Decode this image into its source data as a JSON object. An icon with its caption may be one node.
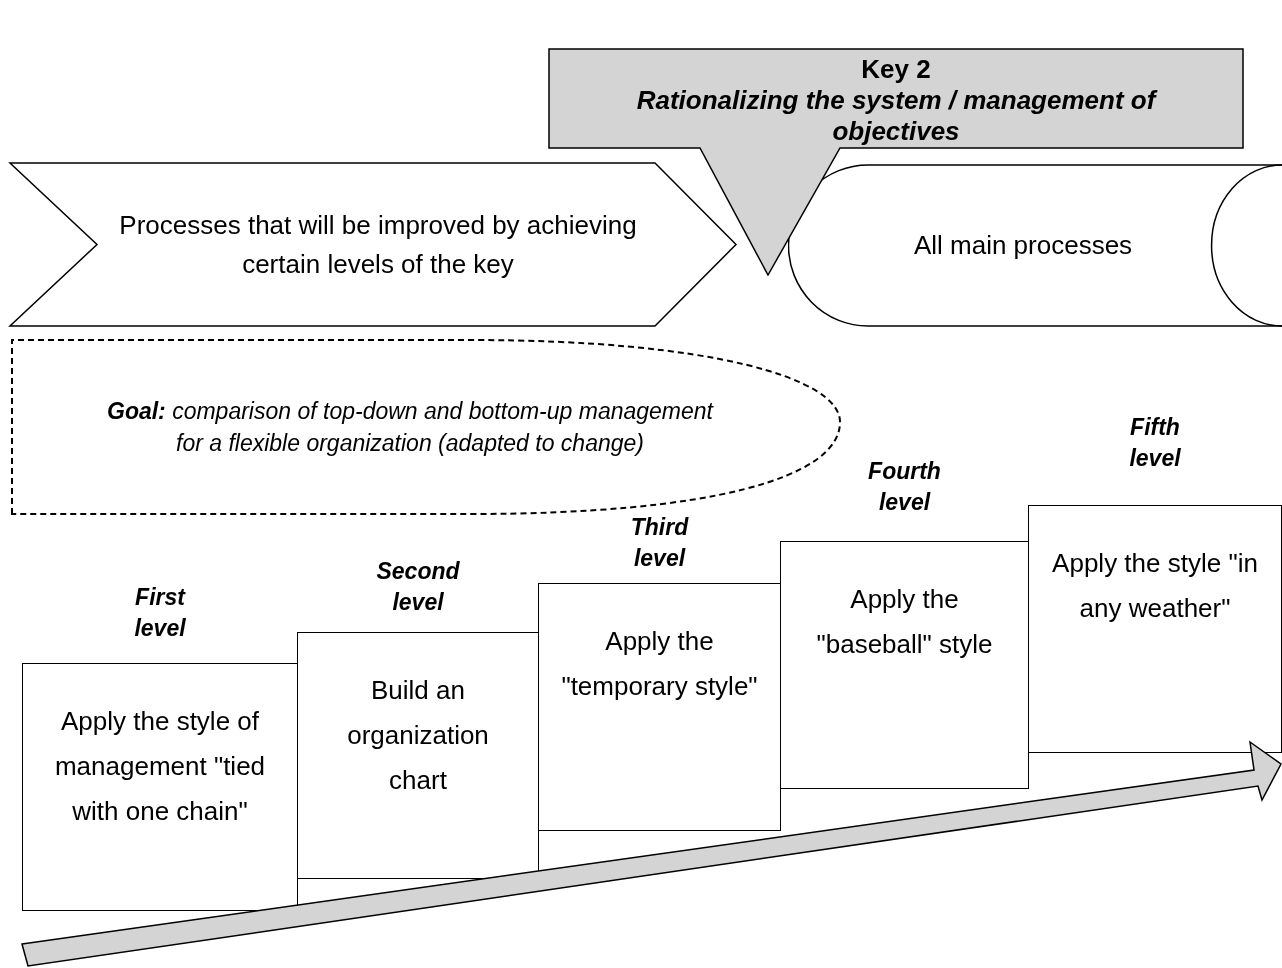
{
  "diagram": {
    "nodes": [
      {
        "text": [
          "Key 2",
          "Rationalizing the system / management of objectives"
        ]
      },
      {
        "text": [
          "Processes that will be improved by achieving certain levels of the key"
        ]
      },
      {
        "text": [
          "All main processes"
        ]
      },
      {
        "text": [
          "**Goal:** comparison of top-down and bottom-up management for a flexible organization (adapted to change)"
        ]
      },
      {
        "text": [
          "First level",
          "Apply the style of management \"tied with one chain\""
        ]
      },
      {
        "text": [
          "Second level",
          "Build an organization chart"
        ]
      },
      {
        "text": [
          "Third level",
          "Apply the \"temporary style\""
        ]
      },
      {
        "text": [
          "Fourth level",
          "Apply the \"baseball\" style"
        ]
      },
      {
        "text": [
          "Fifth level",
          "Apply the style \"in any weather\""
        ]
      }
    ]
  }
}
